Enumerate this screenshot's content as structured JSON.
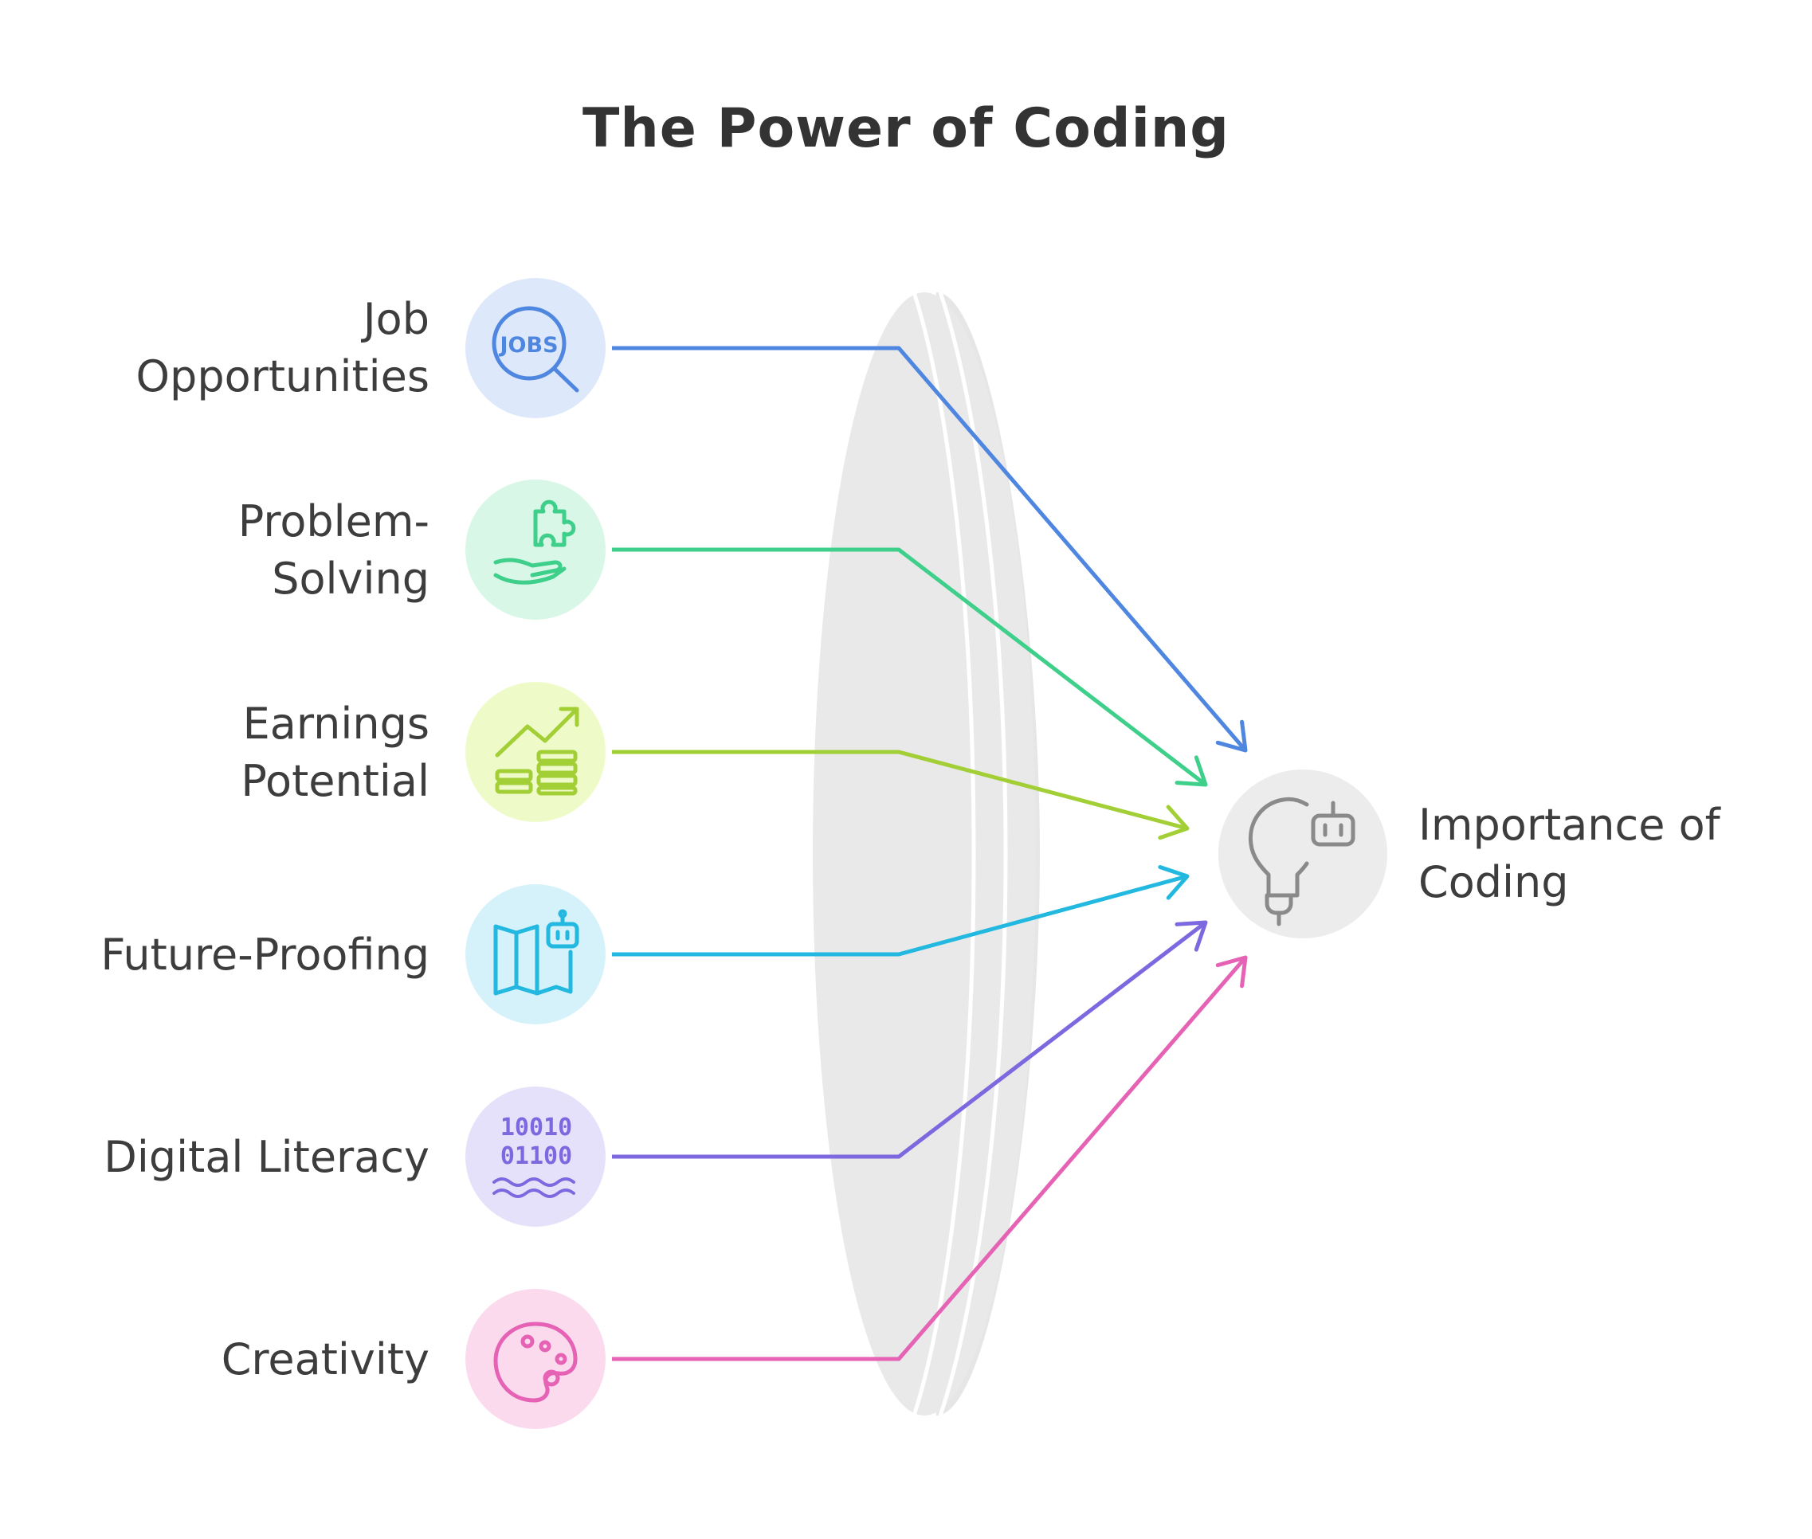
{
  "title": "The Power of Coding",
  "sources": [
    {
      "lines": [
        "Job",
        "Opportunities"
      ],
      "icon": "jobs-search-icon",
      "icon_text": "JOBS",
      "color": "#4f86e0",
      "bg": "#dde8fb"
    },
    {
      "lines": [
        "Problem-",
        "Solving"
      ],
      "icon": "puzzle-hand-icon",
      "color": "#3ecf8a",
      "bg": "#d8f7e7"
    },
    {
      "lines": [
        "Earnings",
        "Potential"
      ],
      "icon": "growth-coins-icon",
      "color": "#a3cf36",
      "bg": "#eefbc9"
    },
    {
      "lines": [
        "Future-Proofing"
      ],
      "icon": "map-robot-icon",
      "color": "#22b8e0",
      "bg": "#d5f2fb"
    },
    {
      "lines": [
        "Digital Literacy"
      ],
      "icon": "binary-code-icon",
      "icon_text": [
        "10010",
        "01100"
      ],
      "color": "#7d68e0",
      "bg": "#e6e1fa"
    },
    {
      "lines": [
        "Creativity"
      ],
      "icon": "palette-icon",
      "color": "#e562b5",
      "bg": "#fbdaee"
    }
  ],
  "target": {
    "lines": [
      "Importance of",
      "Coding"
    ],
    "icon": "lightbulb-robot-icon",
    "color": "#8a8a8a",
    "bg": "#ececec"
  },
  "lens_color": "#e9e9e9"
}
